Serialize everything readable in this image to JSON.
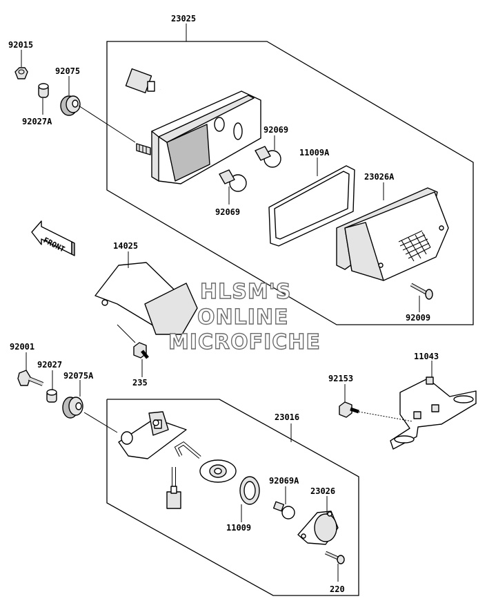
{
  "watermark": {
    "line1": "HLSM'S",
    "line2": "ONLINE",
    "line3": "MICROFICHE"
  },
  "direction_label": "FRONT",
  "parts": {
    "p23025": "23025",
    "p92015": "92015",
    "p92075": "92075",
    "p92027A": "92027A",
    "p92069_top": "92069",
    "p92069_bottom": "92069",
    "p11009A": "11009A",
    "p23026A": "23026A",
    "p14025": "14025",
    "p92009": "92009",
    "p92001": "92001",
    "p92027": "92027",
    "p92075A": "92075A",
    "p235": "235",
    "p11043": "11043",
    "p92153": "92153",
    "p23016": "23016",
    "p92069A": "92069A",
    "p23026": "23026",
    "p11009": "11009",
    "p220": "220"
  }
}
